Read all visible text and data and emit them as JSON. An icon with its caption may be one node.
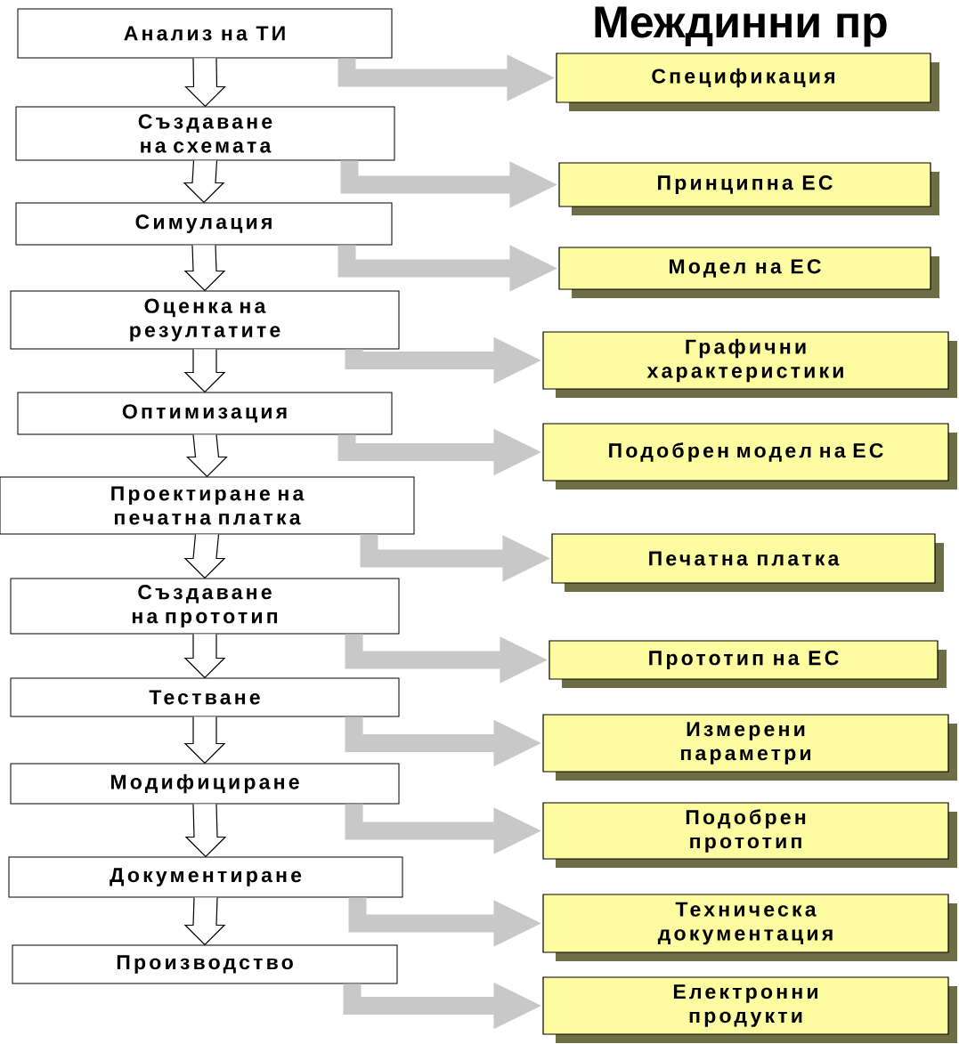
{
  "diagram": {
    "title": "Междинни пр",
    "nodes": [
      {
        "text": [
          "Анализ на ТИ"
        ]
      },
      {
        "text": [
          "Създаване на схемата"
        ]
      },
      {
        "text": [
          "Симулация"
        ]
      },
      {
        "text": [
          "Оценка на резултатите"
        ]
      },
      {
        "text": [
          "Оптимизация"
        ]
      },
      {
        "text": [
          "Проектиране на печатна платка"
        ]
      },
      {
        "text": [
          "Създаване на прототип"
        ]
      },
      {
        "text": [
          "Тестване"
        ]
      },
      {
        "text": [
          "Модифициране"
        ]
      },
      {
        "text": [
          "Документиране"
        ]
      },
      {
        "text": [
          "Производство"
        ]
      },
      {
        "text": [
          "Спецификация"
        ]
      },
      {
        "text": [
          "Принципна ЕС"
        ]
      },
      {
        "text": [
          "Модел на ЕС"
        ]
      },
      {
        "text": [
          "Графични характеристики"
        ]
      },
      {
        "text": [
          "Подобрен модел на ЕС"
        ]
      },
      {
        "text": [
          "Печатна платка"
        ]
      },
      {
        "text": [
          "Прототип на ЕС"
        ]
      },
      {
        "text": [
          "Измерени параметри"
        ]
      },
      {
        "text": [
          "Подобрен прототип"
        ]
      },
      {
        "text": [
          "Техническа документация"
        ]
      },
      {
        "text": [
          "Електронни продукти"
        ]
      }
    ],
    "edges": [
      {
        "from": 0,
        "to": 1,
        "arrow": "to"
      },
      {
        "from": 1,
        "to": 2,
        "arrow": "to"
      },
      {
        "from": 2,
        "to": 3,
        "arrow": "to"
      },
      {
        "from": 3,
        "to": 4,
        "arrow": "to"
      },
      {
        "from": 4,
        "to": 5,
        "arrow": "to"
      },
      {
        "from": 5,
        "to": 6,
        "arrow": "to"
      },
      {
        "from": 6,
        "to": 7,
        "arrow": "to"
      },
      {
        "from": 7,
        "to": 8,
        "arrow": "to"
      },
      {
        "from": 8,
        "to": 9,
        "arrow": "to"
      },
      {
        "from": 9,
        "to": 10,
        "arrow": "to"
      },
      {
        "from": 0,
        "to": 11,
        "arrow": "to",
        "color": "#c8c8c8"
      },
      {
        "from": 1,
        "to": 12,
        "arrow": "to",
        "color": "#c8c8c8"
      },
      {
        "from": 2,
        "to": 13,
        "arrow": "to",
        "color": "#c8c8c8"
      },
      {
        "from": 3,
        "to": 14,
        "arrow": "to",
        "color": "#c8c8c8"
      },
      {
        "from": 4,
        "to": 15,
        "arrow": "to",
        "color": "#c8c8c8"
      },
      {
        "from": 5,
        "to": 16,
        "arrow": "to",
        "color": "#c8c8c8"
      },
      {
        "from": 6,
        "to": 17,
        "arrow": "to",
        "color": "#c8c8c8"
      },
      {
        "from": 7,
        "to": 18,
        "arrow": "to",
        "color": "#c8c8c8"
      },
      {
        "from": 8,
        "to": 19,
        "arrow": "to",
        "color": "#c8c8c8"
      },
      {
        "from": 9,
        "to": 20,
        "arrow": "to",
        "color": "#c8c8c8"
      },
      {
        "from": 10,
        "to": 21,
        "arrow": "to",
        "color": "#c8c8c8"
      }
    ]
  }
}
